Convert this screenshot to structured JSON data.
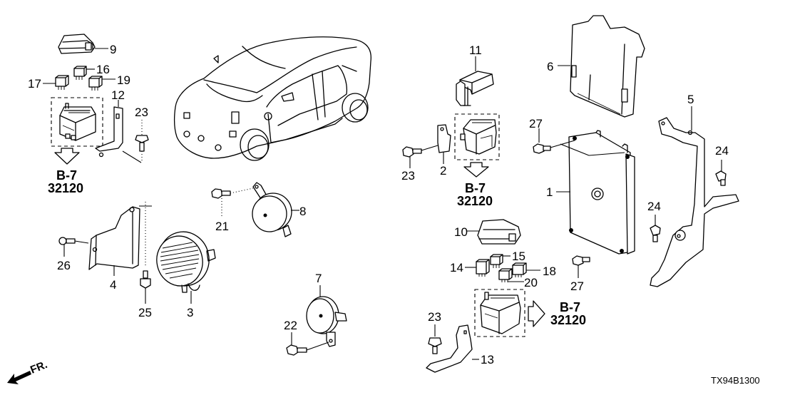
{
  "diagram": {
    "code": "TX94B1300",
    "front_indicator": "FR.",
    "callouts": {
      "c1": "1",
      "c2": "2",
      "c3": "3",
      "c4": "4",
      "c5": "5",
      "c6": "6",
      "c7": "7",
      "c8": "8",
      "c9": "9",
      "c10": "10",
      "c11": "11",
      "c12": "12",
      "c13": "13",
      "c14": "14",
      "c15": "15",
      "c16": "16",
      "c17": "17",
      "c18": "18",
      "c19": "19",
      "c20": "20",
      "c21": "21",
      "c22": "22",
      "c23a": "23",
      "c23b": "23",
      "c23c": "23",
      "c24a": "24",
      "c24b": "24",
      "c25": "25",
      "c26": "26",
      "c27a": "27",
      "c27b": "27"
    },
    "references": [
      {
        "section": "B-7",
        "group": "32120"
      },
      {
        "section": "B-7",
        "group": "32120"
      },
      {
        "section": "B-7",
        "group": "32120"
      }
    ]
  }
}
